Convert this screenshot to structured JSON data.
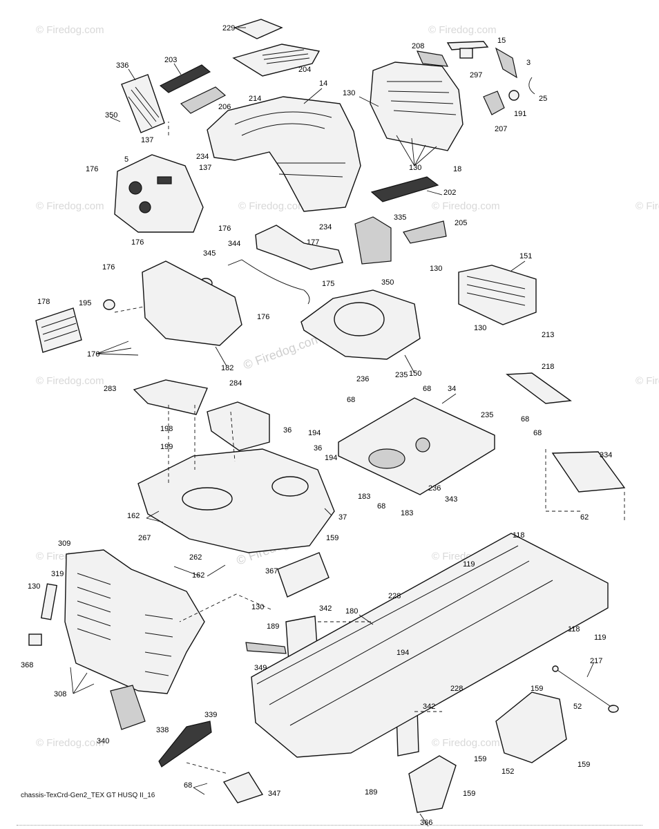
{
  "footer_caption": "chassis-TexCrd-Gen2_TEX GT HUSQ II_16",
  "watermark": "© Firedog.com",
  "callouts": [
    "229",
    "203",
    "336",
    "204",
    "14",
    "208",
    "15",
    "297",
    "3",
    "130",
    "25",
    "191",
    "207",
    "214",
    "206",
    "350",
    "18",
    "130",
    "137",
    "234",
    "5",
    "176",
    "137",
    "202",
    "176",
    "234",
    "335",
    "205",
    "176",
    "177",
    "176",
    "344",
    "345",
    "175",
    "350",
    "130",
    "151",
    "130",
    "178",
    "195",
    "176",
    "176",
    "182",
    "150",
    "213",
    "218",
    "283",
    "284",
    "236",
    "235",
    "68",
    "34",
    "68",
    "235",
    "68",
    "198",
    "36",
    "194",
    "199",
    "36",
    "194",
    "68",
    "334",
    "183",
    "68",
    "183",
    "236",
    "343",
    "162",
    "37",
    "267",
    "262",
    "159",
    "62",
    "118",
    "119",
    "309",
    "319",
    "367",
    "130",
    "228",
    "162",
    "130",
    "342",
    "189",
    "180",
    "118",
    "119",
    "368",
    "194",
    "349",
    "308",
    "217",
    "228",
    "159",
    "52",
    "340",
    "342",
    "338",
    "339",
    "159",
    "152",
    "159",
    "68",
    "347",
    "189",
    "159",
    "366"
  ]
}
